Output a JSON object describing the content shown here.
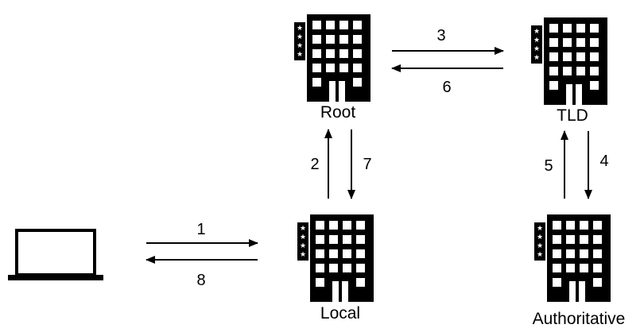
{
  "diagram": {
    "nodes": {
      "client": {
        "icon": "laptop-icon"
      },
      "root": {
        "label": "Root",
        "icon": "building-icon"
      },
      "tld": {
        "label": "TLD",
        "icon": "building-icon"
      },
      "local": {
        "label": "Local",
        "icon": "building-icon"
      },
      "authoritative": {
        "label": "Authoritative",
        "icon": "building-icon"
      }
    },
    "steps": [
      {
        "num": "1",
        "from": "client",
        "to": "local"
      },
      {
        "num": "2",
        "from": "local",
        "to": "root"
      },
      {
        "num": "3",
        "from": "root",
        "to": "tld"
      },
      {
        "num": "4",
        "from": "tld",
        "to": "authoritative"
      },
      {
        "num": "5",
        "from": "authoritative",
        "to": "tld"
      },
      {
        "num": "6",
        "from": "tld",
        "to": "root"
      },
      {
        "num": "7",
        "from": "root",
        "to": "local"
      },
      {
        "num": "8",
        "from": "local",
        "to": "client"
      }
    ]
  }
}
